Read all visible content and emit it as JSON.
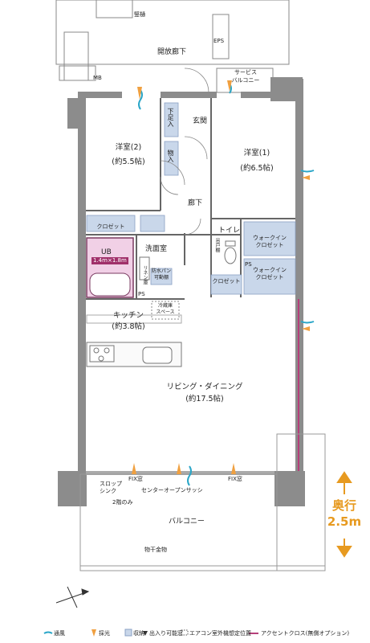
{
  "rooms": {
    "open_corridor": "開放廊下",
    "eps": "EPS",
    "mb": "MB",
    "service_balcony_l1": "サービス",
    "service_balcony_l2": "バルコニー",
    "entrance": "玄関",
    "shoe_closet": "下足入",
    "storage": "物入",
    "western2_name": "洋室(2)",
    "western2_size": "(約5.5帖)",
    "western1_name": "洋室(1)",
    "western1_size": "(約6.5帖)",
    "hallway": "廊下",
    "closet": "クロゼット",
    "toilet": "トイレ",
    "paper_holder": "吊戸棚",
    "walkin1_l1": "ウォークイン",
    "walkin1_l2": "クロゼット",
    "walkin2_l1": "ウォークイン",
    "walkin2_l2": "クロゼット",
    "ps": "PS",
    "closet2": "クロゼット",
    "ub": "UB",
    "ub_size": "1.4m×1.8m",
    "washroom": "洗面室",
    "linen": "リネン庫",
    "waterproof_pan_l1": "防水パン",
    "waterproof_pan_l2": "可動棚",
    "fridge_l1": "冷蔵庫",
    "fridge_l2": "スペース",
    "kitchen_name": "キッチン",
    "kitchen_size": "(約3.8帖)",
    "living_name": "リビング・ダイニング",
    "living_size": "(約17.5帖)",
    "fix_window_left": "FIX窓",
    "fix_window_right": "FIX窓",
    "center_sash": "センターオープンサッシ",
    "slope_sink_l1": "スロップ",
    "slope_sink_l2": "シンク",
    "two_only": "2階のみ",
    "balcony": "バルコニー",
    "drying_hardware": "物干金物",
    "fence": "竪樋"
  },
  "depth": {
    "label": "奥行",
    "value": "2.5m"
  },
  "legend": {
    "ventilation": "通風",
    "daylight": "採光",
    "storage": "収納",
    "door": "出入り可能窓",
    "ac": "エアコン室外機想定位置",
    "accent": "アクセントクロス(無償オプション)"
  },
  "colors": {
    "wall": "#8c8c8c",
    "storage_fill": "#c9d7ea",
    "vent": "#2aa6c8",
    "light": "#f0a040",
    "accent": "#b5407a"
  }
}
